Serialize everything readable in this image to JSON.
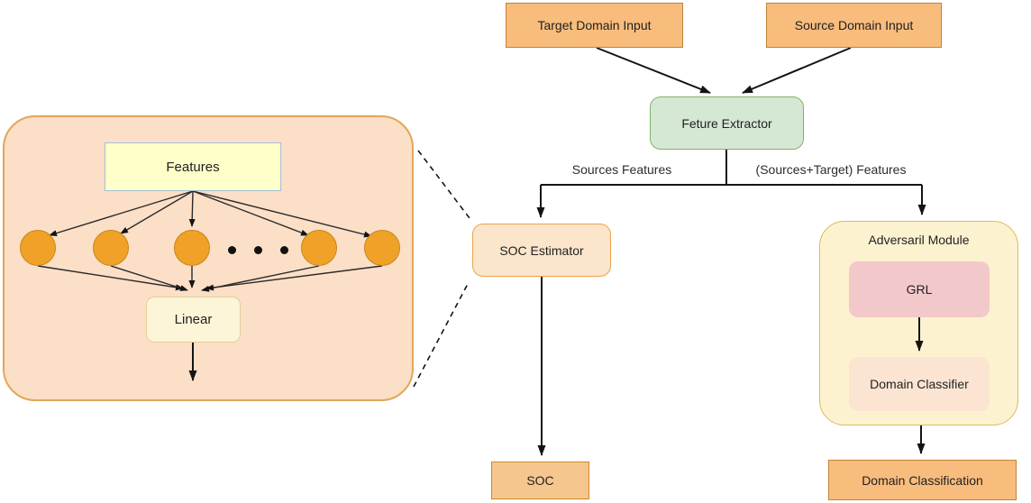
{
  "diagram": {
    "nodes": {
      "target_input": "Target Domain Input",
      "source_input": "Source Domain Input",
      "feature_extractor": "Feture Extractor",
      "soc_estimator": "SOC Estimator",
      "soc_output": "SOC",
      "adversarial_module": "Adversaril Module",
      "grl": "GRL",
      "domain_classifier": "Domain Classifier",
      "domain_classification": "Domain Classification"
    },
    "edge_labels": {
      "sources_features": "Sources Features",
      "sources_target_features": "(Sources+Target) Features"
    },
    "zoom_panel": {
      "features_label": "Features",
      "linear_label": "Linear",
      "neuron_count": 5,
      "ellipsis_dots": 3
    },
    "colors": {
      "orange_box_fill": "#F8BC7D",
      "orange_box_border": "#C08338",
      "green_fill": "#D5E8D4",
      "green_border": "#82B366",
      "soc_estimator_fill": "#FBE5CB",
      "soc_estimator_border": "#ECA24D",
      "panel_fill": "#FBDFC7",
      "panel_border": "#E2A65A",
      "module_fill": "#FDF2CF",
      "module_border": "#D9BC5D",
      "grl_fill": "#F3C8CA",
      "domain_classifier_fill": "#FBE4D2",
      "features_fill": "#FFFFC9",
      "features_border": "#A6BFD9",
      "linear_fill": "#FDF5D8",
      "neuron_fill": "#EFA227",
      "arrow_color": "#141414"
    }
  }
}
